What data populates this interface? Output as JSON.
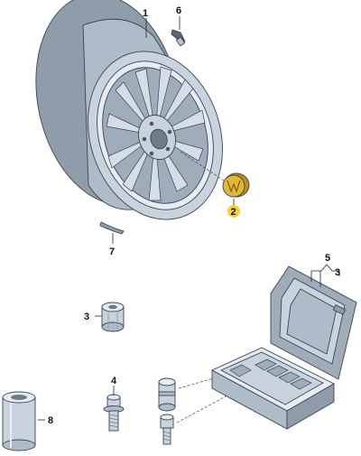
{
  "colors": {
    "part_fill": "#c9d3dd",
    "part_dark": "#8f9dab",
    "part_light": "#e6ecf2",
    "outline": "#3a4652",
    "highlight_badge": "#f6cf3a",
    "cap_gold": "#e2b834"
  },
  "callouts": {
    "wheel": "1",
    "center_cap": "2",
    "wheel_bolt_cap": "3",
    "lock_bolt": "4",
    "kit_case": "5",
    "kit_case_sub": "3",
    "valve": "6",
    "balance_weight": "7",
    "adapter": "8"
  }
}
